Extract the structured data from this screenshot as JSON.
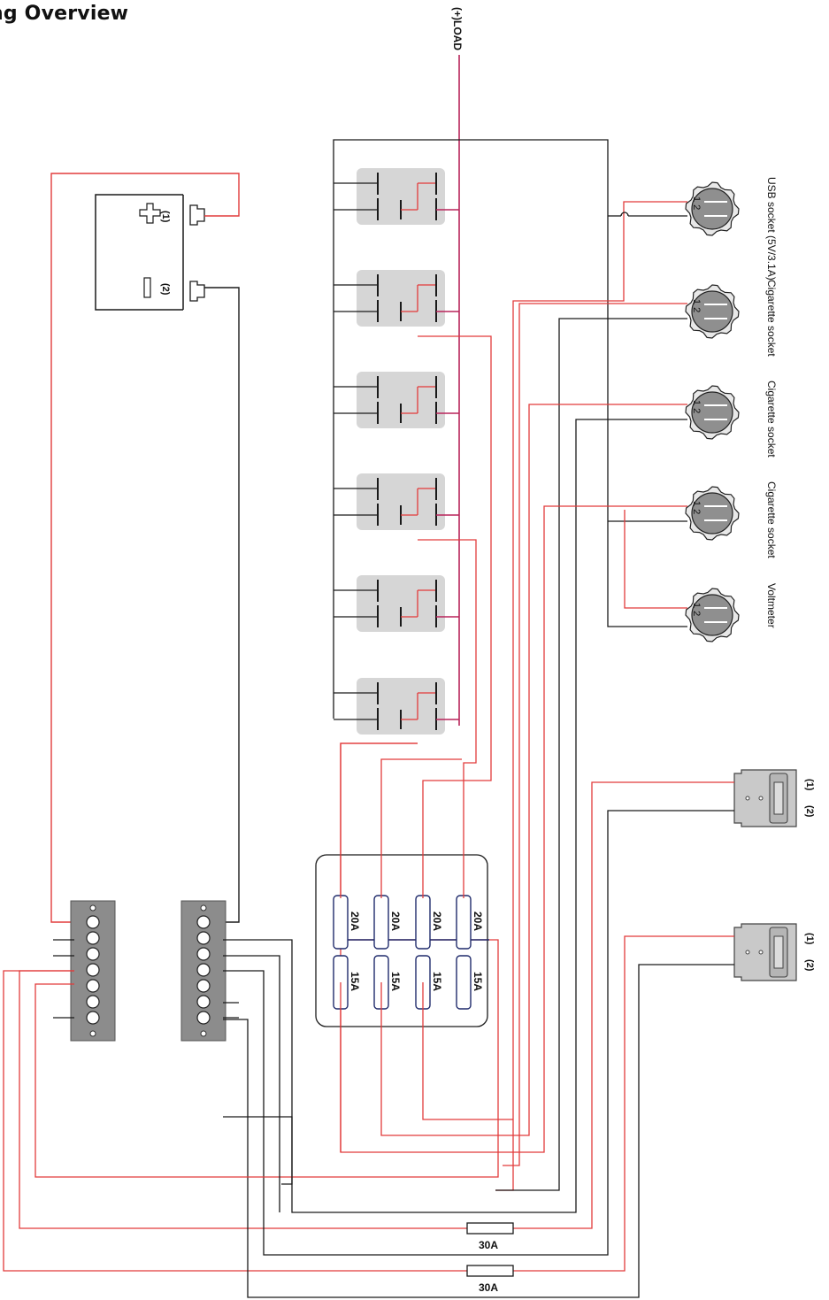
{
  "title": "ng Overview",
  "load_label": "(+)LOAD",
  "colors": {
    "positive_wire": "#e23b3b",
    "negative_wire": "#1a1a1a",
    "load_wire": "#b8245a",
    "bus_wire": "#1f2a6b",
    "switch_panel": "#d6d6d6",
    "busbar": "#8c8c8c",
    "socket": "#8f8f8f"
  },
  "battery": {
    "pos_label": "(1)",
    "neg_label": "(2)"
  },
  "switch_count": 6,
  "sockets": [
    {
      "label": "USB socket (5V/3.1A)",
      "pins": "1 2"
    },
    {
      "label": "Cigarette socket",
      "pins": "1 2"
    },
    {
      "label": "Cigarette socket",
      "pins": "1 2"
    },
    {
      "label": "Cigarette socket",
      "pins": "1 2"
    },
    {
      "label": "Voltmeter",
      "pins": "1 2"
    }
  ],
  "connectors": [
    {
      "pin1": "(1)",
      "pin2": "(2)"
    },
    {
      "pin1": "(1)",
      "pin2": "(2)"
    }
  ],
  "fuse_block": {
    "top_row": [
      "20A",
      "20A",
      "20A",
      "20A"
    ],
    "bottom_row": [
      "15A",
      "15A",
      "15A",
      "15A"
    ]
  },
  "inline_fuses": [
    "30A",
    "30A"
  ]
}
